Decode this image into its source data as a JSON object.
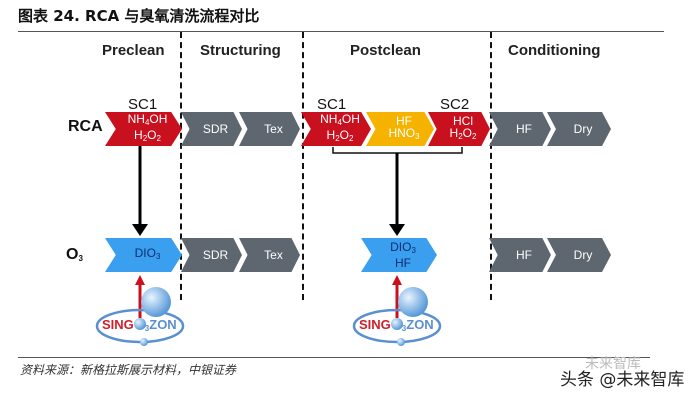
{
  "title": "图表 24. RCA 与臭氧清洗流程对比",
  "phases": [
    {
      "label": "Preclean"
    },
    {
      "label": "Structuring"
    },
    {
      "label": "Postclean"
    },
    {
      "label": "Conditioning"
    }
  ],
  "rows": {
    "rca": {
      "label": "RCA",
      "sc_labels": [
        "SC1",
        "SC1",
        "SC2"
      ],
      "steps": [
        {
          "line1": "NH",
          "sub1": "4",
          "line1b": "OH",
          "line2": "H",
          "sub2": "2",
          "line2b": "O",
          "sub3": "2",
          "color": "red"
        },
        {
          "line1": "SDR",
          "color": "gray"
        },
        {
          "line1": "Tex",
          "color": "gray"
        },
        {
          "line1": "NH",
          "sub1": "4",
          "line1b": "OH",
          "line2": "H",
          "sub2": "2",
          "line2b": "O",
          "sub3": "2",
          "color": "red"
        },
        {
          "line1": "HF",
          "line2": "HNO",
          "sub2": "3",
          "color": "yellow"
        },
        {
          "line1": "HCl",
          "line2": "H",
          "sub2": "2",
          "line2b": "O",
          "sub3": "2",
          "color": "red"
        },
        {
          "line1": "HF",
          "color": "gray"
        },
        {
          "line1": "Dry",
          "color": "gray"
        }
      ]
    },
    "o3": {
      "label": "O",
      "label_sub": "3",
      "steps": [
        {
          "line1": "DIO",
          "sub1": "3",
          "color": "blue"
        },
        {
          "line1": "SDR",
          "color": "gray"
        },
        {
          "line1": "Tex",
          "color": "gray"
        },
        {
          "line1": "DIO",
          "sub1": "3",
          "line2": "HF",
          "color": "blue"
        },
        {
          "line1": "HF",
          "color": "gray"
        },
        {
          "line1": "Dry",
          "color": "gray"
        }
      ]
    }
  },
  "logo": {
    "text_left": "SING",
    "text_sub": "3",
    "text_right": "ZON"
  },
  "colors": {
    "red": "#c8101e",
    "yellow": "#f5b300",
    "gray": "#5e6670",
    "blue": "#3b9ff0",
    "arrow_red": "#c8101e"
  },
  "source": "资料来源：新格拉斯展示材料，中银证券",
  "watermark": "头条 @未来智库",
  "watermark_faint": "未来智库"
}
